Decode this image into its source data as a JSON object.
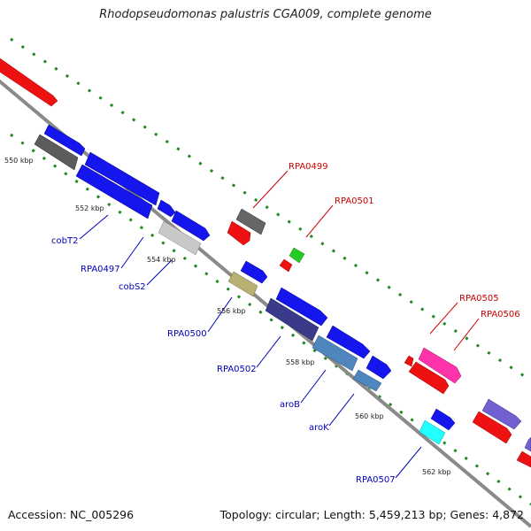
{
  "title": "Rhodopseudomonas palustris CGA009, complete genome",
  "footer": {
    "accession": "Accession: NC_005296",
    "summary": "Topology: circular; Length: 5,459,213 bp; Genes: 4,872"
  },
  "ruler": [
    "550 kbp",
    "552 kbp",
    "554 kbp",
    "556 kbp",
    "558 kbp",
    "560 kbp",
    "562 kbp"
  ],
  "colors": {
    "backbone": "#8a8a8a",
    "tick": "#1f8a1f",
    "label_forward": "#cc0000",
    "label_reverse": "#0000bb"
  },
  "genes": [
    {
      "label": "RPA0499",
      "color": "#cc0000"
    },
    {
      "label": "RPA0501",
      "color": "#cc0000"
    },
    {
      "label": "RPA0505",
      "color": "#cc0000"
    },
    {
      "label": "RPA0506",
      "color": "#cc0000"
    },
    {
      "label": "cobT2",
      "color": "#0000bb"
    },
    {
      "label": "RPA0497",
      "color": "#0000bb"
    },
    {
      "label": "cobS2",
      "color": "#0000bb"
    },
    {
      "label": "RPA0500",
      "color": "#0000bb"
    },
    {
      "label": "RPA0502",
      "color": "#0000bb"
    },
    {
      "label": "aroB",
      "color": "#0000bb"
    },
    {
      "label": "aroK",
      "color": "#0000bb"
    },
    {
      "label": "RPA0507",
      "color": "#0000bb"
    }
  ]
}
